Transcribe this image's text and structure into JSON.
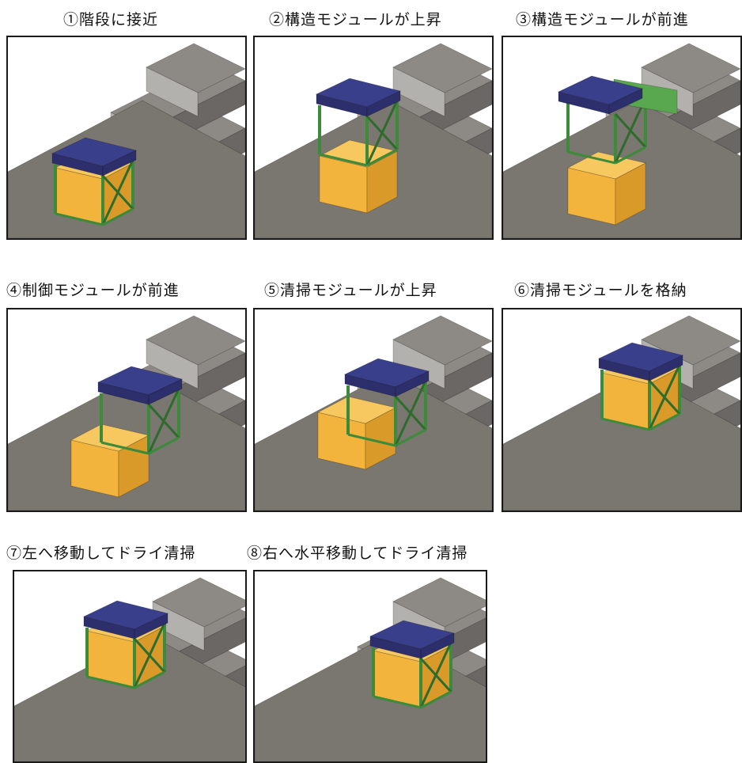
{
  "figure": {
    "steps": [
      {
        "caption": "①階段に接近",
        "stair_step": 0,
        "module": "approach"
      },
      {
        "caption": "②構造モジュールが上昇",
        "stair_step": 0,
        "module": "structure-raised"
      },
      {
        "caption": "③構造モジュールが前進",
        "stair_step": 1,
        "module": "structure-forward"
      },
      {
        "caption": "④制御モジュールが前進",
        "stair_step": 1,
        "module": "control-forward"
      },
      {
        "caption": "⑤清掃モジュールが上昇",
        "stair_step": 1,
        "module": "cleaning-raised"
      },
      {
        "caption": "⑥清掃モジュールを格納",
        "stair_step": 1,
        "module": "cleaning-stored"
      },
      {
        "caption": "⑦左へ移動してドライ清掃",
        "stair_step": 1,
        "module": "move-left"
      },
      {
        "caption": "⑧右へ水平移動してドライ清掃",
        "stair_step": 1,
        "module": "move-right"
      }
    ],
    "colors": {
      "floor": "#7a7670",
      "stair_top": "#8d8a86",
      "stair_front": "#b3b1ae",
      "stair_side": "#6a6764",
      "lid_top": "#3a3f8c",
      "lid_side": "#2c2f6b",
      "box_front": "#f2b43c",
      "box_side": "#d99a2a",
      "frame_green": "#3d8a3a",
      "frame_dark": "#2e6b2c",
      "panel_green": "#59a84f"
    }
  }
}
